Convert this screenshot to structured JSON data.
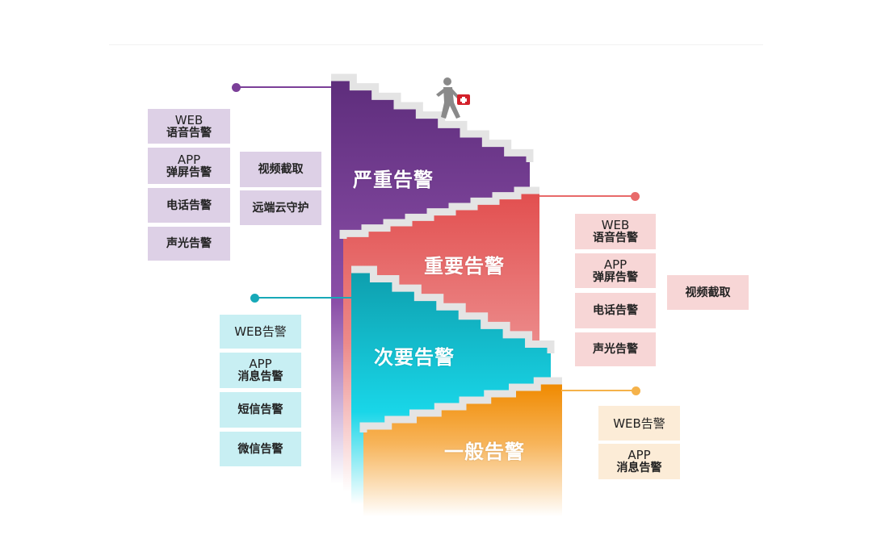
{
  "levels": {
    "critical": {
      "label": "严重告警",
      "color": "#7b3f98"
    },
    "major": {
      "label": "重要告警",
      "color": "#e55a5a"
    },
    "minor": {
      "label": "次要告警",
      "color": "#15b6c8"
    },
    "general": {
      "label": "一般告警",
      "color": "#f39a1c"
    }
  },
  "critical_methods": {
    "col1": [
      {
        "l1": "WEB",
        "l2": "语音告警"
      },
      {
        "l1": "APP",
        "l2": "弹屏告警"
      },
      {
        "l1": "电话告警"
      },
      {
        "l1": "声光告警"
      }
    ],
    "col2": [
      {
        "l1": "视频截取"
      },
      {
        "l1": "远端云守护"
      }
    ]
  },
  "major_methods": {
    "col1": [
      {
        "l1": "WEB",
        "l2": "语音告警"
      },
      {
        "l1": "APP",
        "l2": "弹屏告警"
      },
      {
        "l1": "电话告警"
      },
      {
        "l1": "声光告警"
      }
    ],
    "col2": [
      {
        "l1": "视频截取"
      }
    ]
  },
  "minor_methods": [
    {
      "l1": "WEB告警"
    },
    {
      "l1": "APP",
      "l2": "消息告警"
    },
    {
      "l1": "短信告警"
    },
    {
      "l1": "微信告警"
    }
  ],
  "general_methods": [
    {
      "l1": "WEB告警"
    },
    {
      "l1": "APP",
      "l2": "消息告警"
    }
  ],
  "icons": {
    "runner": "person-running-with-first-aid-kit-icon"
  }
}
